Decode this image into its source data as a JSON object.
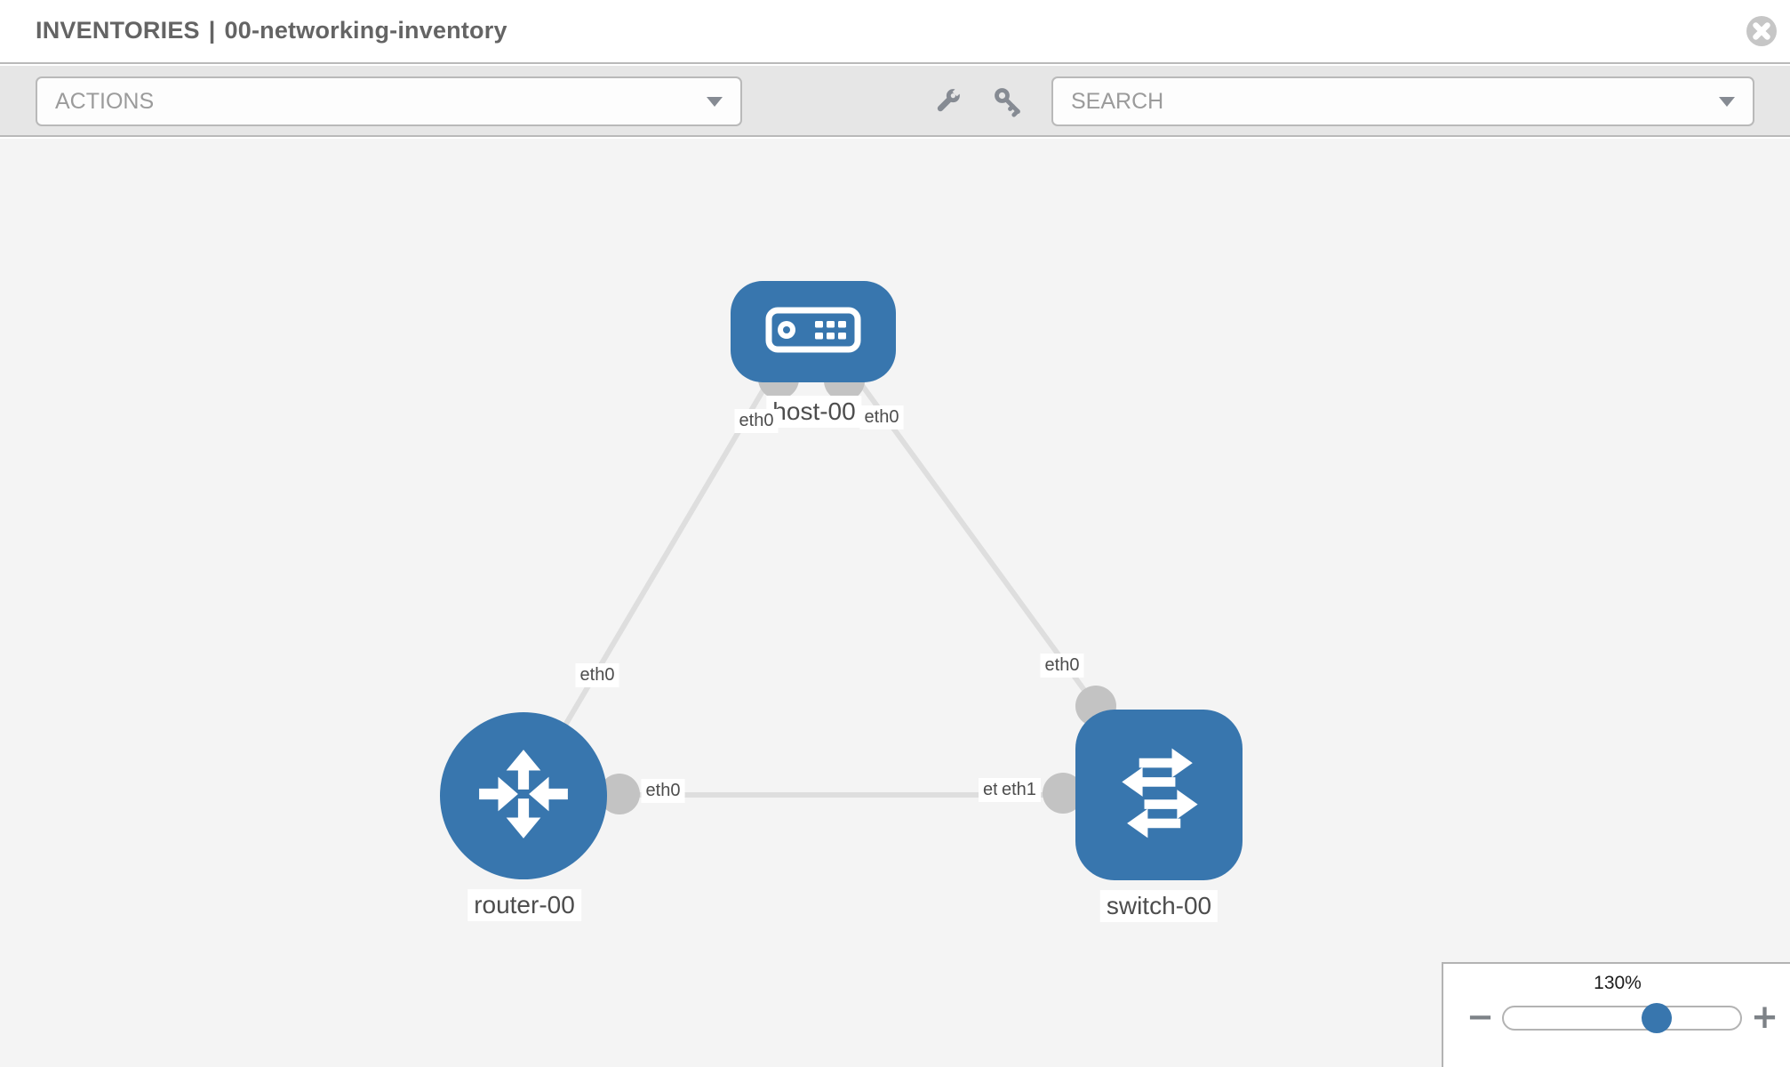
{
  "header": {
    "title_left": "INVENTORIES",
    "title_separator": "|",
    "title_right": "00-networking-inventory"
  },
  "toolbar": {
    "actions_placeholder": "ACTIONS",
    "search_placeholder": "SEARCH",
    "icons": [
      "wrench",
      "key"
    ]
  },
  "canvas": {
    "nodes": [
      {
        "id": "host-00",
        "label": "host-00",
        "type": "host"
      },
      {
        "id": "router-00",
        "label": "router-00",
        "type": "router"
      },
      {
        "id": "switch-00",
        "label": "switch-00",
        "type": "switch"
      }
    ],
    "links": [
      {
        "from": "host-00",
        "to": "router-00",
        "from_interface": "eth0",
        "to_interface": "eth0"
      },
      {
        "from": "host-00",
        "to": "switch-00",
        "from_interface": "eth0",
        "to_interface": "eth0"
      },
      {
        "from": "router-00",
        "to": "switch-00",
        "from_interface": "eth0",
        "to_interface": "eth1"
      }
    ],
    "interface_labels": {
      "host_left": "eth0",
      "host_right": "eth0",
      "router_top": "eth0",
      "switch_top": "eth0",
      "link_mid_left": "eth0",
      "link_mid_right_back": "eth0",
      "link_mid_right_front": "eth1"
    }
  },
  "zoom_control": {
    "value": "130%",
    "minus_label": "−",
    "plus_label": "+"
  },
  "colors": {
    "node_blue": "#3876ae",
    "link_gray": "#dedede",
    "endpoint_gray": "#c3c3c3",
    "canvas_bg": "#f4f4f4",
    "toolbar_bg": "#e6e6e6",
    "border_gray": "#b9b9b9"
  }
}
